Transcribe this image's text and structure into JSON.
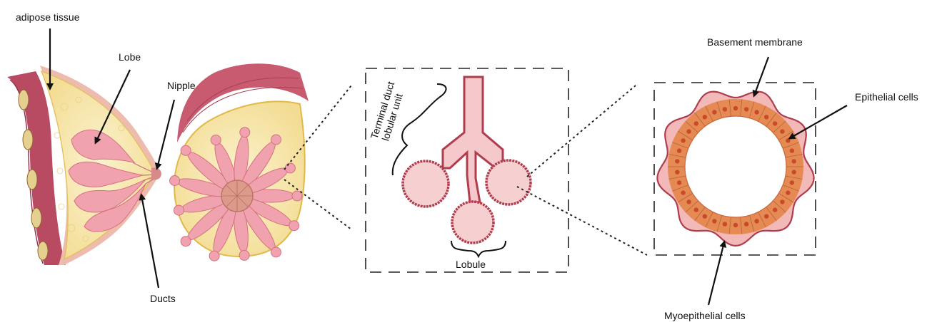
{
  "labels": {
    "adipose_tissue": "adipose tissue",
    "lobe": "Lobe",
    "nipple": "Nipple",
    "ducts": "Ducts",
    "tdlu": "Terminal duct lobular unit",
    "lobule": "Lobule",
    "basement_membrane": "Basement membrane",
    "epithelial_cells": "Epithelial cells",
    "myoepithelial_cells": "Myoepithelial cells"
  },
  "colors": {
    "skin": "#e9b9a8",
    "muscle": "#b84a62",
    "fat": "#f7ebb6",
    "lobe_tissue": "#f0a3ae",
    "duct_wall": "#b03c4d",
    "epithelium": "#e58a52",
    "nucleus": "#c84a2a",
    "membrane": "#d86a7a"
  }
}
